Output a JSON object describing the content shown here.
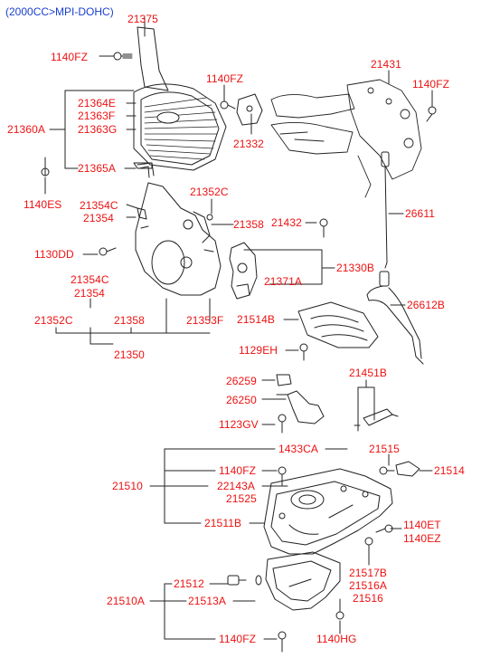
{
  "header": "(2000CC>MPI-DOHC)",
  "colors": {
    "label": "#ee1111",
    "header": "#1a3fd0",
    "line": "#222222"
  },
  "labels": {
    "p21375": "21375",
    "p1140fz_top": "1140FZ",
    "p1140fz_mid": "1140FZ",
    "p21431": "21431",
    "p1140fz_right": "1140FZ",
    "p21364e": "21364E",
    "p21363f": "21363F",
    "p21360a": "21360A",
    "p21363g": "21363G",
    "p21332": "21332",
    "p21365a": "21365A",
    "p1140es": "1140ES",
    "p21352c_top": "21352C",
    "p21354c_top": "21354C",
    "p21354_top": "21354",
    "p21358_top": "21358",
    "p21432": "21432",
    "p26611": "26611",
    "p1130dd": "1130DD",
    "p21330b": "21330B",
    "p21371a": "21371A",
    "p21354c_bot": "21354C",
    "p21354_bot": "21354",
    "p26612b": "26612B",
    "p21352c_bot": "21352C",
    "p21358_bot": "21358",
    "p21353f": "21353F",
    "p21514b": "21514B",
    "p21350": "21350",
    "p1129eh": "1129EH",
    "p26259": "26259",
    "p21451b": "21451B",
    "p26250": "26250",
    "p1123gv": "1123GV",
    "p1433ca": "1433CA",
    "p21515": "21515",
    "p1140fz_pan": "1140FZ",
    "p21514": "21514",
    "p21510": "21510",
    "p22143a": "22143A",
    "p21525": "21525",
    "p21511b": "21511B",
    "p1140et": "1140ET",
    "p1140ez": "1140EZ",
    "p21512": "21512",
    "p21517b": "21517B",
    "p21516a": "21516A",
    "p21510a": "21510A",
    "p21513a": "21513A",
    "p21516": "21516",
    "p1140fz_bot": "1140FZ",
    "p1140hg": "1140HG"
  }
}
